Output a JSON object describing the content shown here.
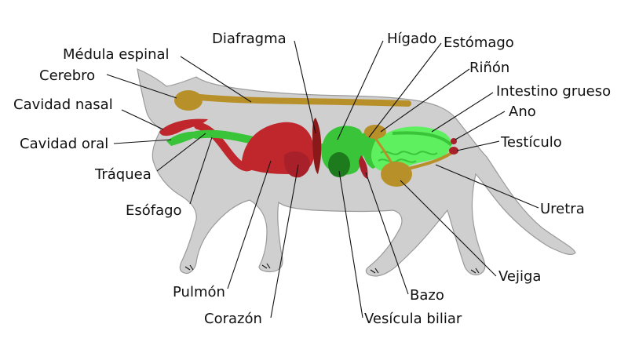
{
  "diagram": {
    "labels": {
      "medula_espinal": "Médula espinal",
      "cerebro": "Cerebro",
      "cavidad_nasal": "Cavidad nasal",
      "cavidad_oral": "Cavidad oral",
      "traquea": "Tráquea",
      "esofago": "Esófago",
      "pulmon": "Pulmón",
      "corazon": "Corazón",
      "diafragma": "Diafragma",
      "higado": "Hígado",
      "estomago": "Estómago",
      "rinon": "Riñón",
      "intestino_grueso": "Intestino grueso",
      "ano": "Ano",
      "testiculo": "Testículo",
      "uretra": "Uretra",
      "vejiga": "Vejiga",
      "bazo": "Bazo",
      "vesicula_biliar": "Vesícula biliar"
    },
    "colors": {
      "body": "#cfcfcf",
      "outline": "#9a9a9a",
      "nervous": "#b8902a",
      "respiratory_red": "#c0272d",
      "dark_red": "#8a1a1a",
      "digestive_green": "#3ac43a",
      "intestine_green": "#5ef05e",
      "dark_green": "#1d7a1d",
      "urinary": "#b8902a"
    }
  }
}
